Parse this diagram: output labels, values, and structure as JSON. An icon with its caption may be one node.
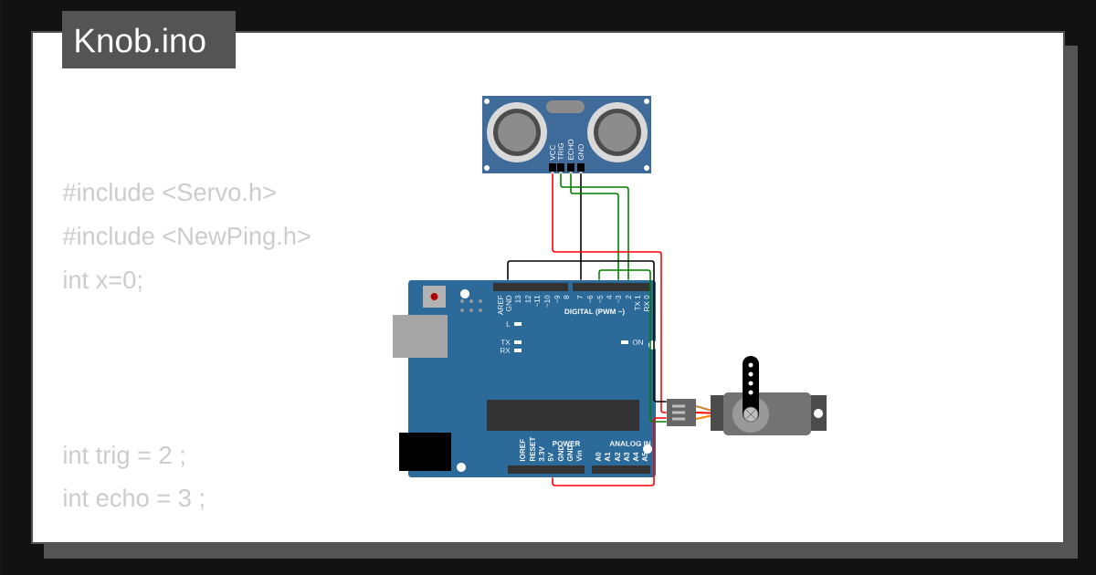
{
  "diagram": {
    "title": "Knob.ino",
    "nodes": [
      {
        "text": [],
        "shape": "picture"
      },
      {
        "text": [],
        "shape": "picture"
      },
      {
        "text": [],
        "shape": "picture"
      }
    ],
    "edges": [
      {
        "from": 0,
        "to": 1,
        "arrow": "none",
        "color": "#000000"
      },
      {
        "from": 0,
        "to": 1,
        "arrow": "none",
        "color": "#008000"
      },
      {
        "from": 0,
        "to": 1,
        "arrow": "none",
        "color": "#008000"
      },
      {
        "from": 0,
        "to": 2,
        "arrow": "none",
        "color": "#ff0000"
      },
      {
        "from": 1,
        "to": 2,
        "arrow": "none",
        "color": "#000000"
      },
      {
        "from": 1,
        "to": 2,
        "arrow": "none",
        "color": "#008000"
      },
      {
        "from": 1,
        "to": 2,
        "arrow": "none",
        "color": "#ff0000"
      }
    ],
    "labels": [
      "#include <Servo.h>",
      "#include <NewPing.h>",
      "int x=0;",
      "int trig = 2 ;",
      "int echo = 3 ;",
      "VCC",
      "TRIG",
      "ECHO",
      "GND",
      "AREF",
      "GND",
      "13",
      "12",
      "~11",
      "~10",
      "~9",
      "8",
      "7",
      "~6",
      "~5",
      "4",
      "~3",
      "2",
      "TX 1",
      "RX 0",
      "DIGITAL (PWM ~)",
      "L",
      "TX",
      "RX",
      "ON",
      "IOREF",
      "RESET",
      "3.3V",
      "5V",
      "GND",
      "GND",
      "Vin",
      "POWER",
      "ANALOG IN",
      "A0",
      "A1",
      "A2",
      "A3",
      "A4",
      "A5"
    ]
  }
}
